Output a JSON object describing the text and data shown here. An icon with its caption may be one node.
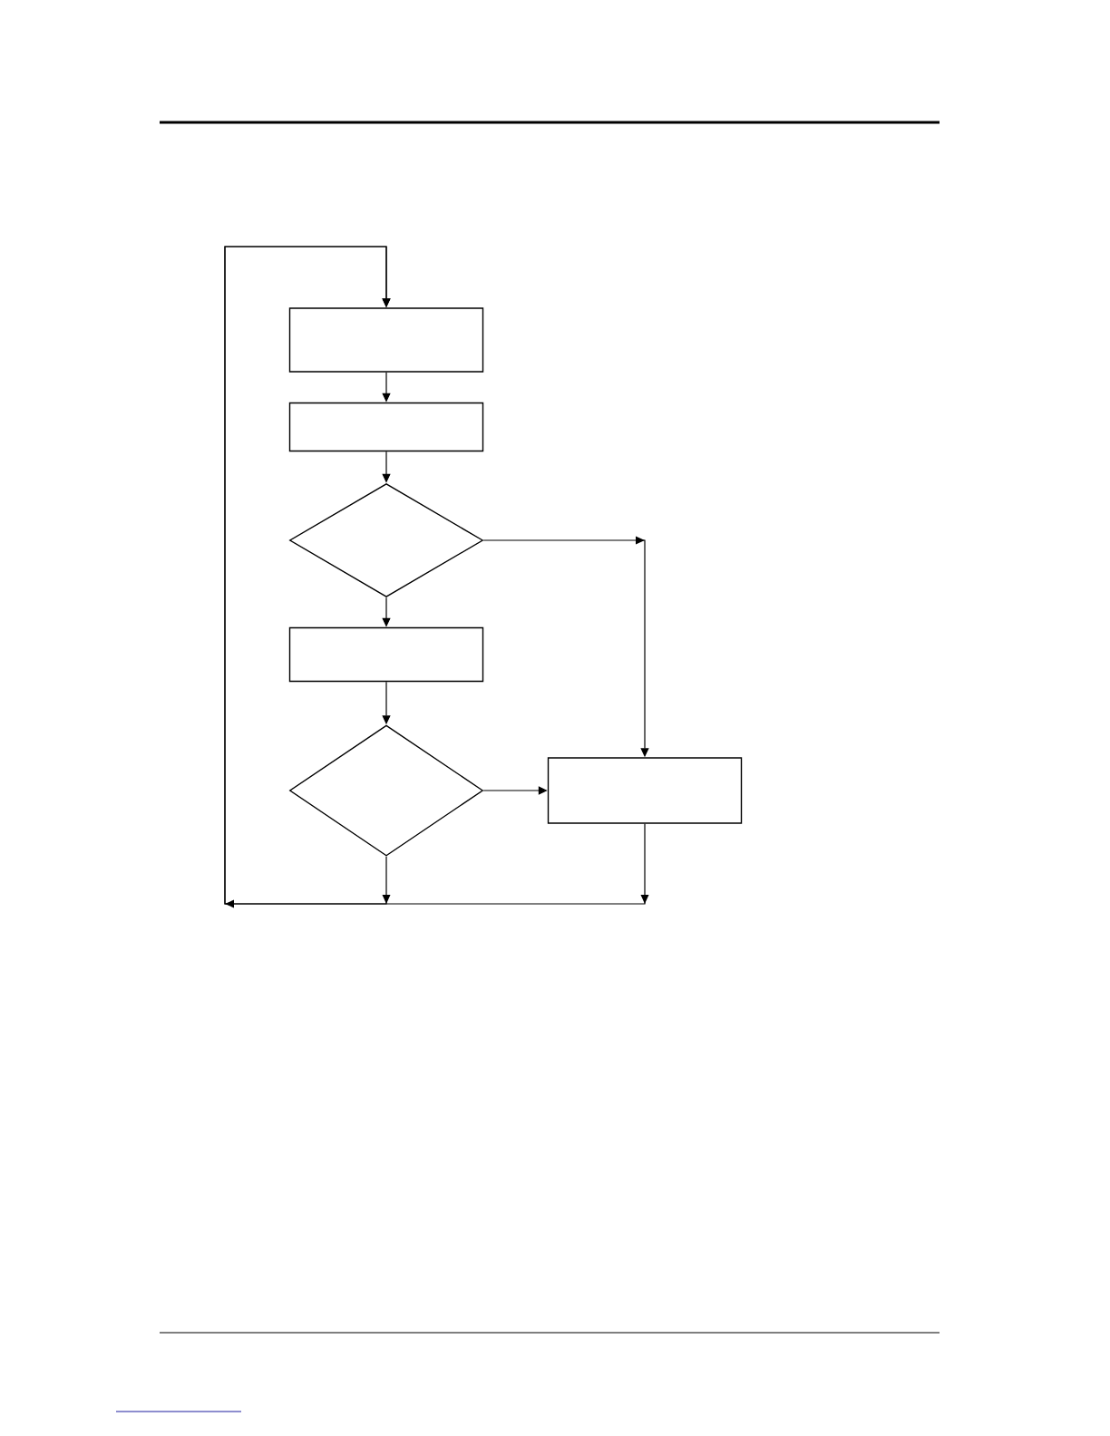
{
  "diagram": {
    "nodes": [
      {
        "text": [],
        "shape": "box"
      },
      {
        "text": [],
        "shape": "box"
      },
      {
        "text": [],
        "shape": "diamond"
      },
      {
        "text": [],
        "shape": "box"
      },
      {
        "text": [],
        "shape": "diamond"
      },
      {
        "text": [],
        "shape": "box"
      }
    ],
    "edges": [
      {
        "from": 0,
        "to": 1,
        "arrow": "to"
      },
      {
        "from": 1,
        "to": 2,
        "arrow": "to"
      },
      {
        "from": 2,
        "to": 3,
        "arrow": "to"
      },
      {
        "from": 2,
        "to": 5,
        "arrow": "to"
      },
      {
        "from": 3,
        "to": 4,
        "arrow": "to"
      },
      {
        "from": 4,
        "to": 5,
        "arrow": "to"
      },
      {
        "from": 4,
        "to": 0,
        "arrow": "to"
      },
      {
        "from": 5,
        "to": 0,
        "arrow": "to"
      }
    ]
  }
}
